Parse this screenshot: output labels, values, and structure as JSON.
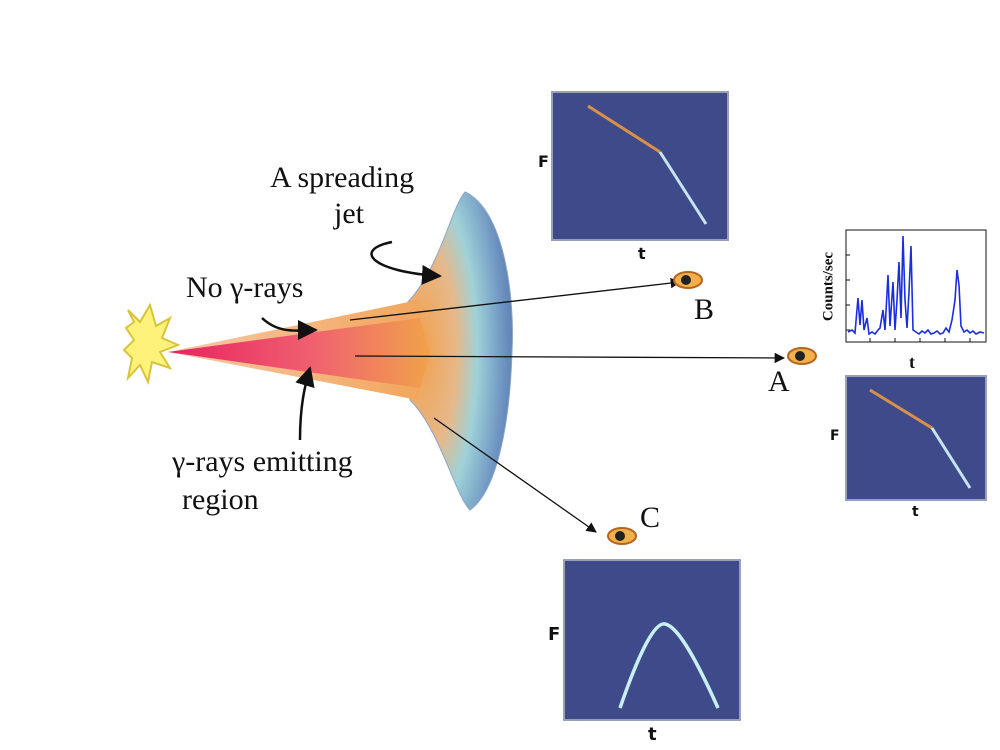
{
  "labels": {
    "spreading_jet_line1": "A spreading",
    "spreading_jet_line2": "jet",
    "no_gamma_rays": "No γ-rays",
    "gamma_region_line1": "γ-rays emitting",
    "gamma_region_line2": "region",
    "observer_a": "A",
    "observer_b": "B",
    "observer_c": "C"
  },
  "insets": {
    "b": {
      "f": "F",
      "t": "t"
    },
    "a_lower": {
      "f": "F",
      "t": "t"
    },
    "c": {
      "f": "F",
      "t": "t"
    },
    "a_lightcurve": {
      "ylabel": "Counts/sec",
      "xlabel": "t"
    }
  },
  "colors": {
    "inset_bg": "#3f4a8a",
    "early_segment": "#d9904a",
    "late_segment": "#c8e4f2",
    "lightcurve": "#1a2ee0",
    "cone_inner": "#e8215f",
    "cone_outer": "#f0a24a",
    "dish_edge": "#4f6fa6",
    "dish_mid": "#9fd2d8",
    "flash": "#fff27a"
  }
}
